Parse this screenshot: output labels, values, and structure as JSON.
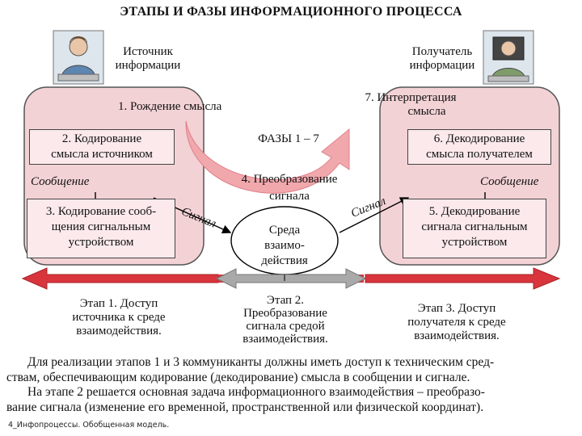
{
  "title": "ЭТАПЫ И ФАЗЫ ИНФОРМАЦИОННОГО ПРОЦЕССА",
  "source": {
    "line1": "Источник",
    "line2": "информации"
  },
  "receiver": {
    "line1": "Получатель",
    "line2": "информации"
  },
  "phase1": "1. Рождение смысла",
  "phase7": {
    "line1": "7. Интерпретация",
    "line2": "смысла"
  },
  "phases_label": "ФАЗЫ 1 – 7",
  "phase2": {
    "line1": "2. Кодирование",
    "line2": "смысла источником"
  },
  "phase6": {
    "line1": "6. Декодирование",
    "line2": "смысла получателем"
  },
  "message_left": "Сообщение",
  "message_right": "Сообщение",
  "phase3": {
    "line1": "3. Кодирование сооб-",
    "line2": "щения сигнальным",
    "line3": "устройством"
  },
  "phase5": {
    "line1": "5. Декодирование",
    "line2": "сигнала сигнальным",
    "line3": "устройством"
  },
  "phase4": {
    "line1": "4. Преобразование",
    "line2": "сигнала"
  },
  "signal_left": "Сигнал",
  "signal_right": "Сигнал",
  "medium": {
    "line1": "Среда",
    "line2": "взаимо-",
    "line3": "действия"
  },
  "stage1": {
    "line1": "Этап 1. Доступ",
    "line2": "источника к среде",
    "line3": "взаимодействия."
  },
  "stage2": {
    "line1": "Этап 2.",
    "line2": "Преобразование",
    "line3": "сигнала средой",
    "line4": "взаимодействия."
  },
  "stage3": {
    "line1": "Этап 3. Доступ",
    "line2": "получателя к среде",
    "line3": "взаимодействия."
  },
  "note": {
    "line1": "Для реализации этапов 1 и 3 коммуниканты должны иметь доступ к техническим сред-",
    "line2": "ствам, обеспечивающим кодирование (декодирование) смысла в сообщении и сигнале.",
    "line3": "На этапе 2 решается основная задача информационного взаимодействия – преобразо-",
    "line4": "вание сигнала (изменение его временной, пространственной или физической координат)."
  },
  "footer": "4_Инфопроцессы. Обобщенная модель.",
  "colors": {
    "panel": "#f3d2d6",
    "arrow_red": "#d8353d",
    "arrow_gray": "#a9a9a9",
    "curve": "#f0a8ad"
  },
  "icons": {
    "source_person": "person-at-computer-icon",
    "receiver_person": "person-at-computer-icon"
  }
}
